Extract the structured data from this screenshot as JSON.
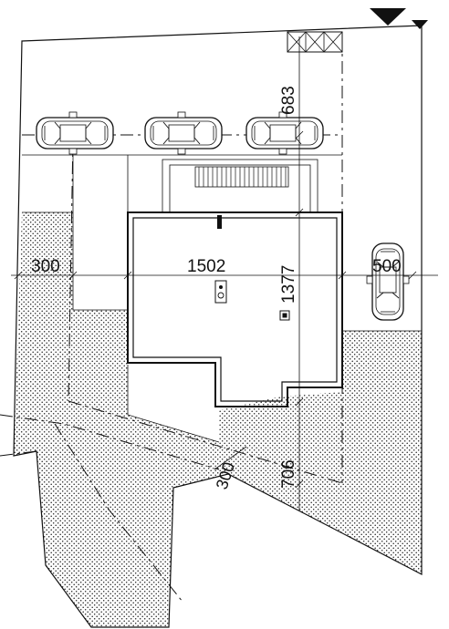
{
  "plan": {
    "dimensions": {
      "left_offset": "300",
      "house_width": "1502",
      "house_depth": "1377",
      "right_offset": "500",
      "top_offset": "683",
      "bottom_offset": "706",
      "diagonal_offset": "300"
    },
    "icons": {
      "north": "north-arrow-icon",
      "car": "car-icon",
      "stairs": "stairs-icon",
      "gate": "gate-icon"
    },
    "colors": {
      "line": "#111111",
      "hatch": "#222222",
      "background": "#ffffff"
    }
  }
}
